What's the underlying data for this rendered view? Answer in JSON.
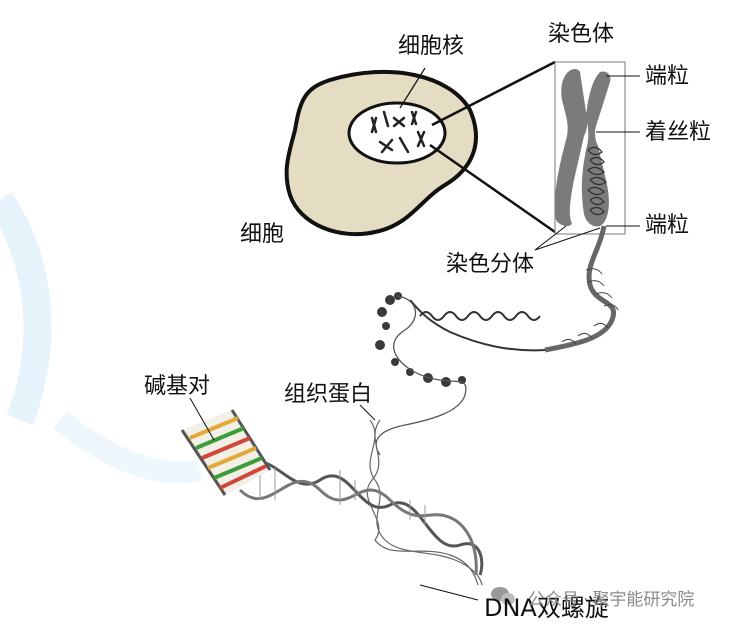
{
  "labels": {
    "nucleus": "细胞核",
    "chromosome": "染色体",
    "telomere_top": "端粒",
    "centromere": "着丝粒",
    "telomere_bottom": "端粒",
    "cell": "细胞",
    "chromatid": "染色分体",
    "base_pair": "碱基对",
    "histone": "组织蛋白",
    "dna": "DNA双螺旋"
  },
  "watermark": {
    "prefix": "公众号",
    "name": "聚宇能研究院"
  },
  "colors": {
    "cell_fill": "#e4dcc3",
    "chromosome": "#7b7b7b",
    "background_arc": "#dbeefa"
  }
}
